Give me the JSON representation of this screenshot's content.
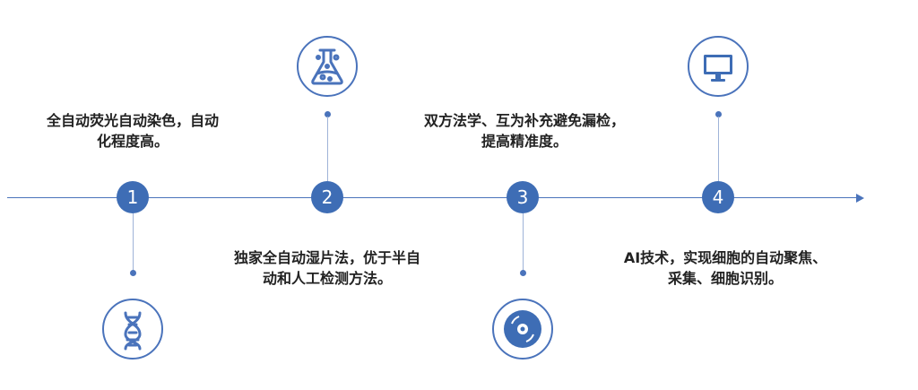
{
  "steps": [
    {
      "number": "1",
      "line1": "全自动荧光自动染色，自动",
      "line2": "化程度高。",
      "icon": "dna-icon"
    },
    {
      "number": "2",
      "line1": "独家全自动湿片法，优于半自",
      "line2": "动和人工检测方法。",
      "icon": "flask-icon"
    },
    {
      "number": "3",
      "line1": "双方法学、互为补充避免漏检，",
      "line2": "提高精准度。",
      "icon": "disc-icon"
    },
    {
      "number": "4",
      "line1": "AI技术，实现细胞的自动聚焦、",
      "line2": "采集、细胞识别。",
      "icon": "monitor-icon"
    }
  ],
  "colors": {
    "accent": "#3e6db5",
    "line": "#4a73bb"
  }
}
